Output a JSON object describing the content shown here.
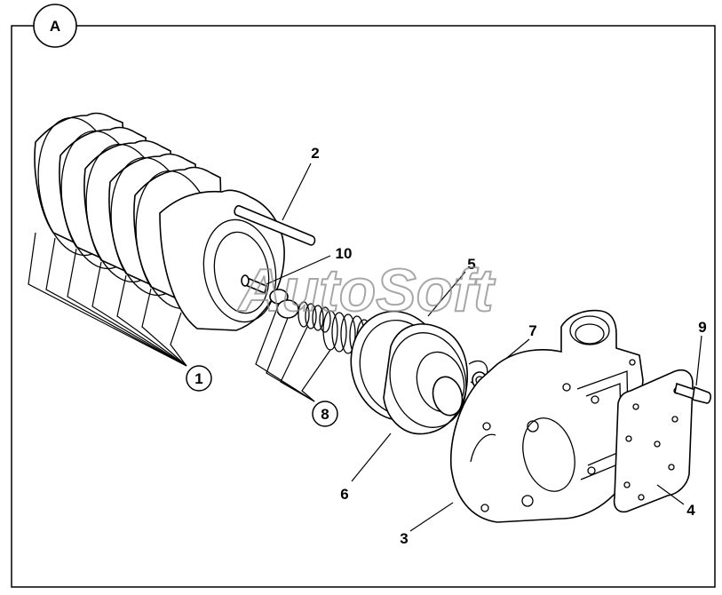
{
  "panel_label": "A",
  "watermark": "AutoSoft",
  "callouts": {
    "c1": "1",
    "c2": "2",
    "c3": "3",
    "c4": "4",
    "c5": "5",
    "c6": "6",
    "c7": "7",
    "c8": "8",
    "c9": "9",
    "c10": "10"
  },
  "colors": {
    "line": "#000000",
    "background": "#ffffff",
    "watermark": "#8a8a8a"
  }
}
